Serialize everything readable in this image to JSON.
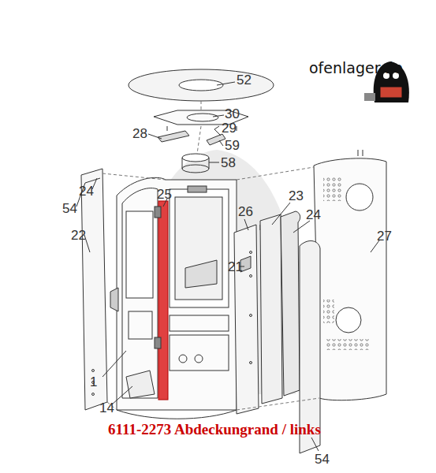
{
  "diagram": {
    "caption": "6111-2273 Abdeckungrand / links",
    "labels": [
      "52",
      "ofenlager.de",
      "30",
      "29",
      "28",
      "59",
      "58",
      "25",
      "24",
      "54",
      "22",
      "26",
      "23",
      "24",
      "27",
      "21",
      "1",
      "14",
      "54"
    ]
  }
}
